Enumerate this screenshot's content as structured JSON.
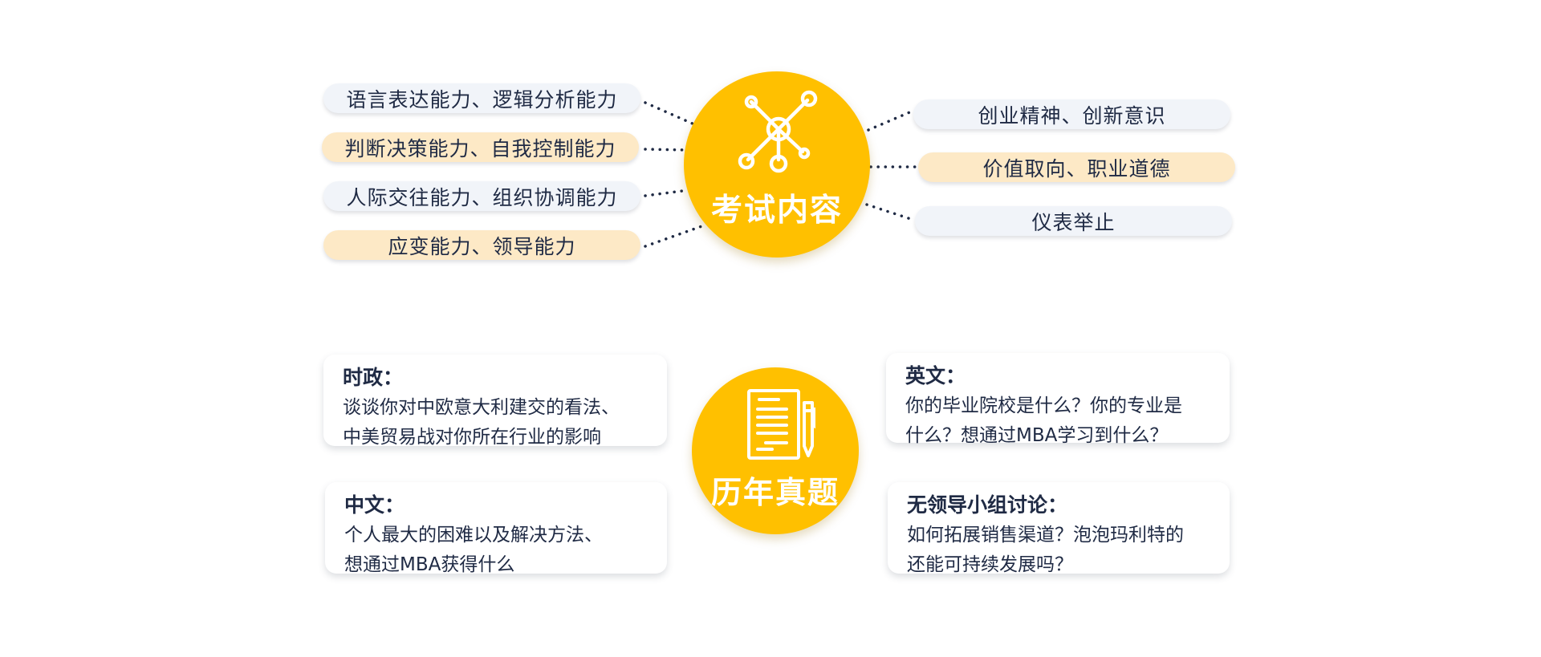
{
  "exam_content": {
    "title": "考试内容",
    "center_icon": "network-nodes-icon",
    "left_items": [
      {
        "label": "语言表达能力、逻辑分析能力",
        "style": "blue"
      },
      {
        "label": "判断决策能力、自我控制能力",
        "style": "orange"
      },
      {
        "label": "人际交往能力、组织协调能力",
        "style": "blue"
      },
      {
        "label": "应变能力、领导能力",
        "style": "orange"
      }
    ],
    "right_items": [
      {
        "label": "创业精神、创新意识",
        "style": "blue"
      },
      {
        "label": "价值取向、职业道德",
        "style": "orange"
      },
      {
        "label": "仪表举止",
        "style": "blue"
      }
    ]
  },
  "past_questions": {
    "title": "历年真题",
    "center_icon": "document-pen-icon",
    "cards": [
      {
        "title": "时政：",
        "lines": [
          "谈谈你对中欧意大利建交的看法、",
          "中美贸易战对你所在行业的影响"
        ]
      },
      {
        "title": "英文：",
        "lines": [
          "你的毕业院校是什么？你的专业是",
          "什么？想通过MBA学习到什么？"
        ]
      },
      {
        "title": "中文：",
        "lines": [
          "个人最大的困难以及解决方法、",
          "想通过MBA获得什么"
        ]
      },
      {
        "title": "无领导小组讨论：",
        "lines": [
          "如何拓展销售渠道？泡泡玛利特的",
          "还能可持续发展吗？"
        ]
      }
    ]
  },
  "colors": {
    "accent": "#ffc000",
    "pill_blue": "#f1f4f9",
    "pill_orange": "#fde9c6",
    "text": "#1f2a44",
    "dots": "#1f2a44"
  }
}
